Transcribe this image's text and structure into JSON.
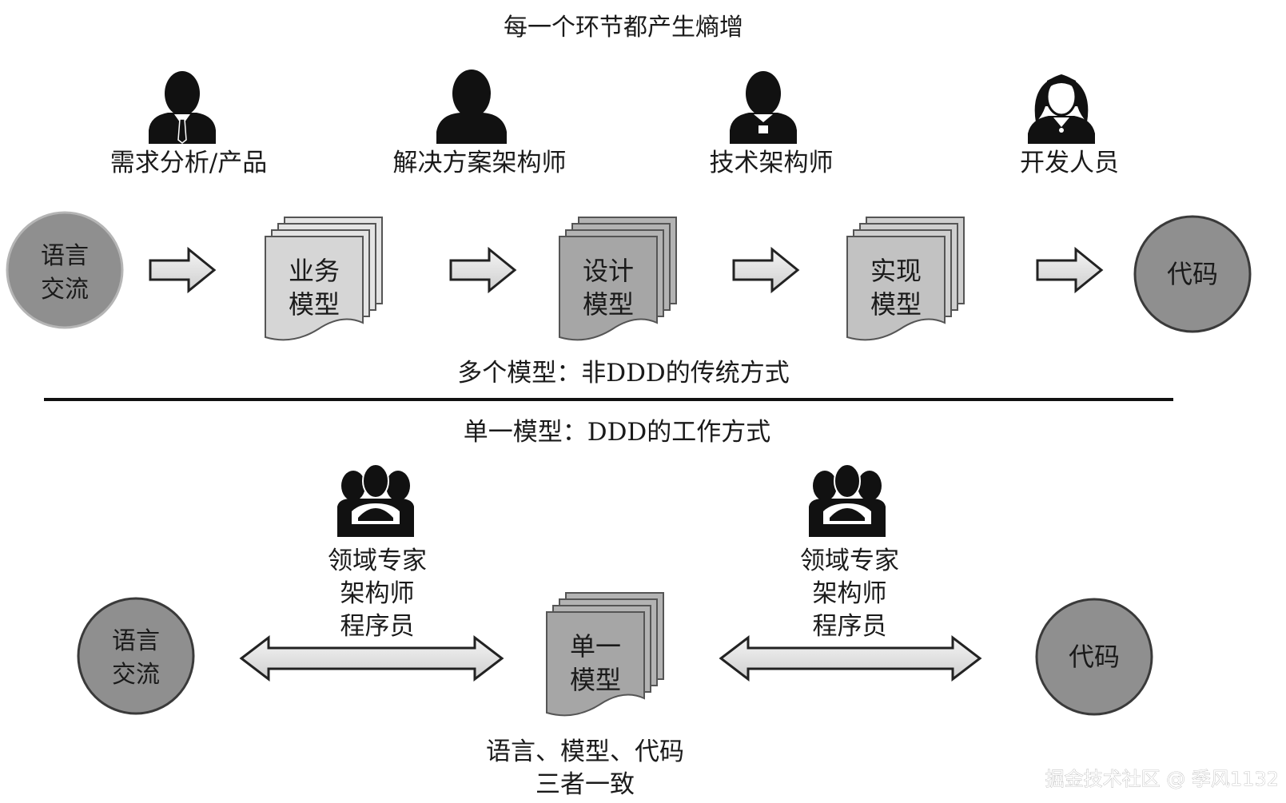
{
  "title": "每一个环节都产生熵增",
  "top": {
    "roles": [
      {
        "label": "需求分析/产品",
        "icon": "businessman-icon"
      },
      {
        "label": "解决方案架构师",
        "icon": "person-icon"
      },
      {
        "label": "技术架构师",
        "icon": "engineer-icon"
      },
      {
        "label": "开发人员",
        "icon": "woman-icon"
      }
    ],
    "start_circle": {
      "line1": "语言",
      "line2": "交流"
    },
    "documents": [
      {
        "line1": "业务",
        "line2": "模型"
      },
      {
        "line1": "设计",
        "line2": "模型"
      },
      {
        "line1": "实现",
        "line2": "模型"
      }
    ],
    "end_circle": {
      "text": "代码"
    },
    "caption": "多个模型：非DDD的传统方式"
  },
  "bottom": {
    "caption": "单一模型：DDD的工作方式",
    "teams": [
      {
        "line1": "领域专家",
        "line2": "架构师",
        "line3": "程序员"
      },
      {
        "line1": "领域专家",
        "line2": "架构师",
        "line3": "程序员"
      }
    ],
    "start_circle": {
      "line1": "语言",
      "line2": "交流"
    },
    "document": {
      "line1": "单一",
      "line2": "模型"
    },
    "end_circle": {
      "text": "代码"
    },
    "footer": {
      "line1": "语言、模型、代码",
      "line2": "三者一致"
    }
  },
  "watermark": "掘金技术社区 @ 季风1132",
  "colors": {
    "circle_fill": "#8f8f8f",
    "doc_fill_light": "#d6d6d6",
    "doc_fill_dark": "#a6a6a6",
    "arrow_fill": "#e6e6e6",
    "icon_fill": "#111111"
  }
}
